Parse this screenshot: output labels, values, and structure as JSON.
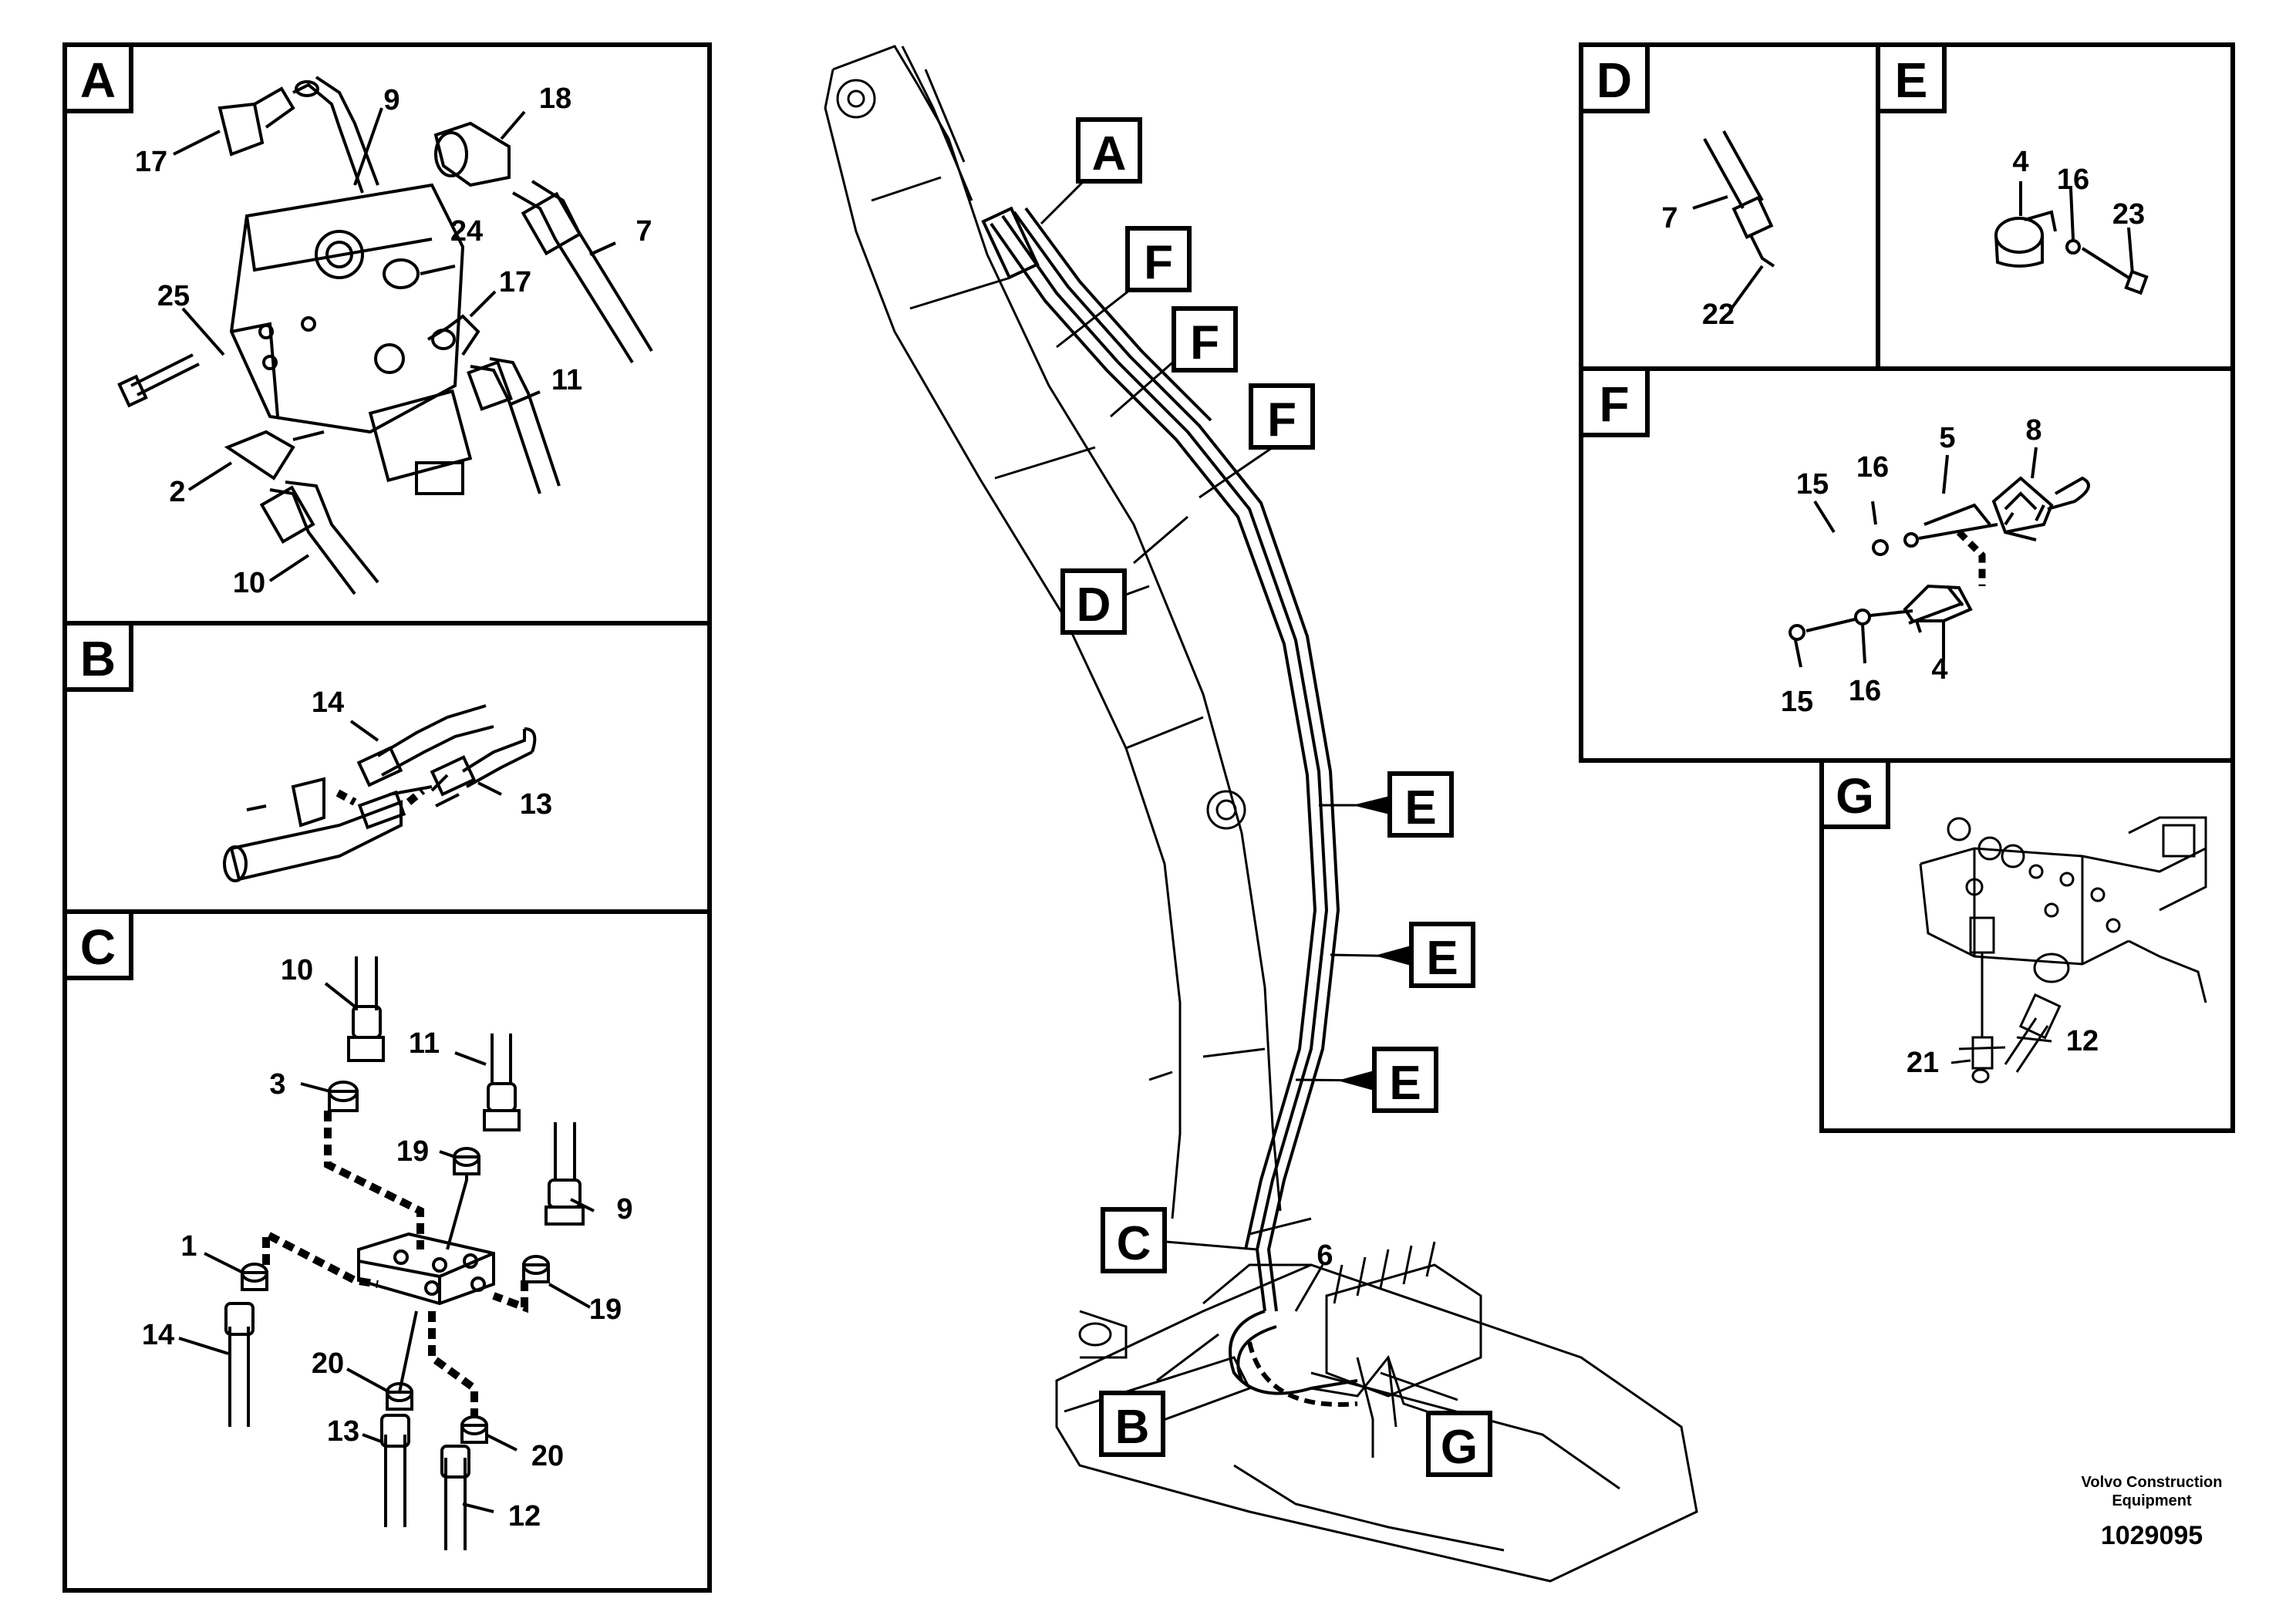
{
  "panels": {
    "A": {
      "letter": "A",
      "parts": [
        "17",
        "9",
        "18",
        "24",
        "7",
        "25",
        "17",
        "11",
        "2",
        "10"
      ]
    },
    "B": {
      "letter": "B",
      "parts": [
        "14",
        "13"
      ]
    },
    "C": {
      "letter": "C",
      "parts": [
        "10",
        "11",
        "3",
        "19",
        "9",
        "1",
        "19",
        "14",
        "20",
        "20",
        "13",
        "12"
      ]
    },
    "D": {
      "letter": "D",
      "parts": [
        "7",
        "22"
      ]
    },
    "E": {
      "letter": "E",
      "parts": [
        "4",
        "16",
        "23"
      ]
    },
    "F": {
      "letter": "F",
      "parts": [
        "15",
        "16",
        "5",
        "8",
        "15",
        "16",
        "4"
      ]
    },
    "G": {
      "letter": "G",
      "parts": [
        "21",
        "12"
      ]
    }
  },
  "callouts": {
    "A": "A",
    "F1": "F",
    "F2": "F",
    "F3": "F",
    "D": "D",
    "E1": "E",
    "E2": "E",
    "E3": "E",
    "C": "C",
    "B": "B",
    "G": "G",
    "part6": "6"
  },
  "footer": {
    "company_line1": "Volvo Construction",
    "company_line2": "Equipment",
    "drawing_number": "1029095"
  }
}
